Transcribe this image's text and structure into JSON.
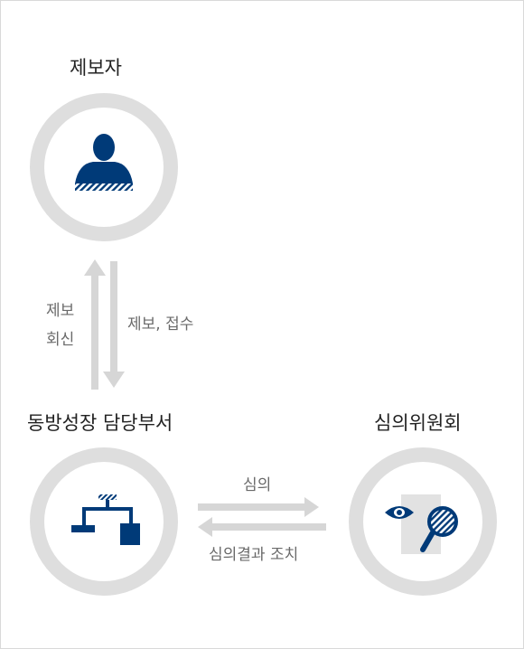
{
  "nodes": {
    "reporter": {
      "title": "제보자",
      "icon": "person-icon"
    },
    "department": {
      "title": "동방성장 담당부서",
      "icon": "org-chart-icon"
    },
    "committee": {
      "title": "심의위원회",
      "icon": "review-icon"
    }
  },
  "edges": {
    "reply_line1": "제보",
    "reply_line2": "회신",
    "report_receive": "제보, 접수",
    "deliberation": "심의",
    "result_action": "심의결과 조치"
  },
  "colors": {
    "ring": "#dedede",
    "icon": "#003a78",
    "arrow": "#d6d6d6",
    "text": "#222222",
    "label": "#6a6a6a"
  }
}
